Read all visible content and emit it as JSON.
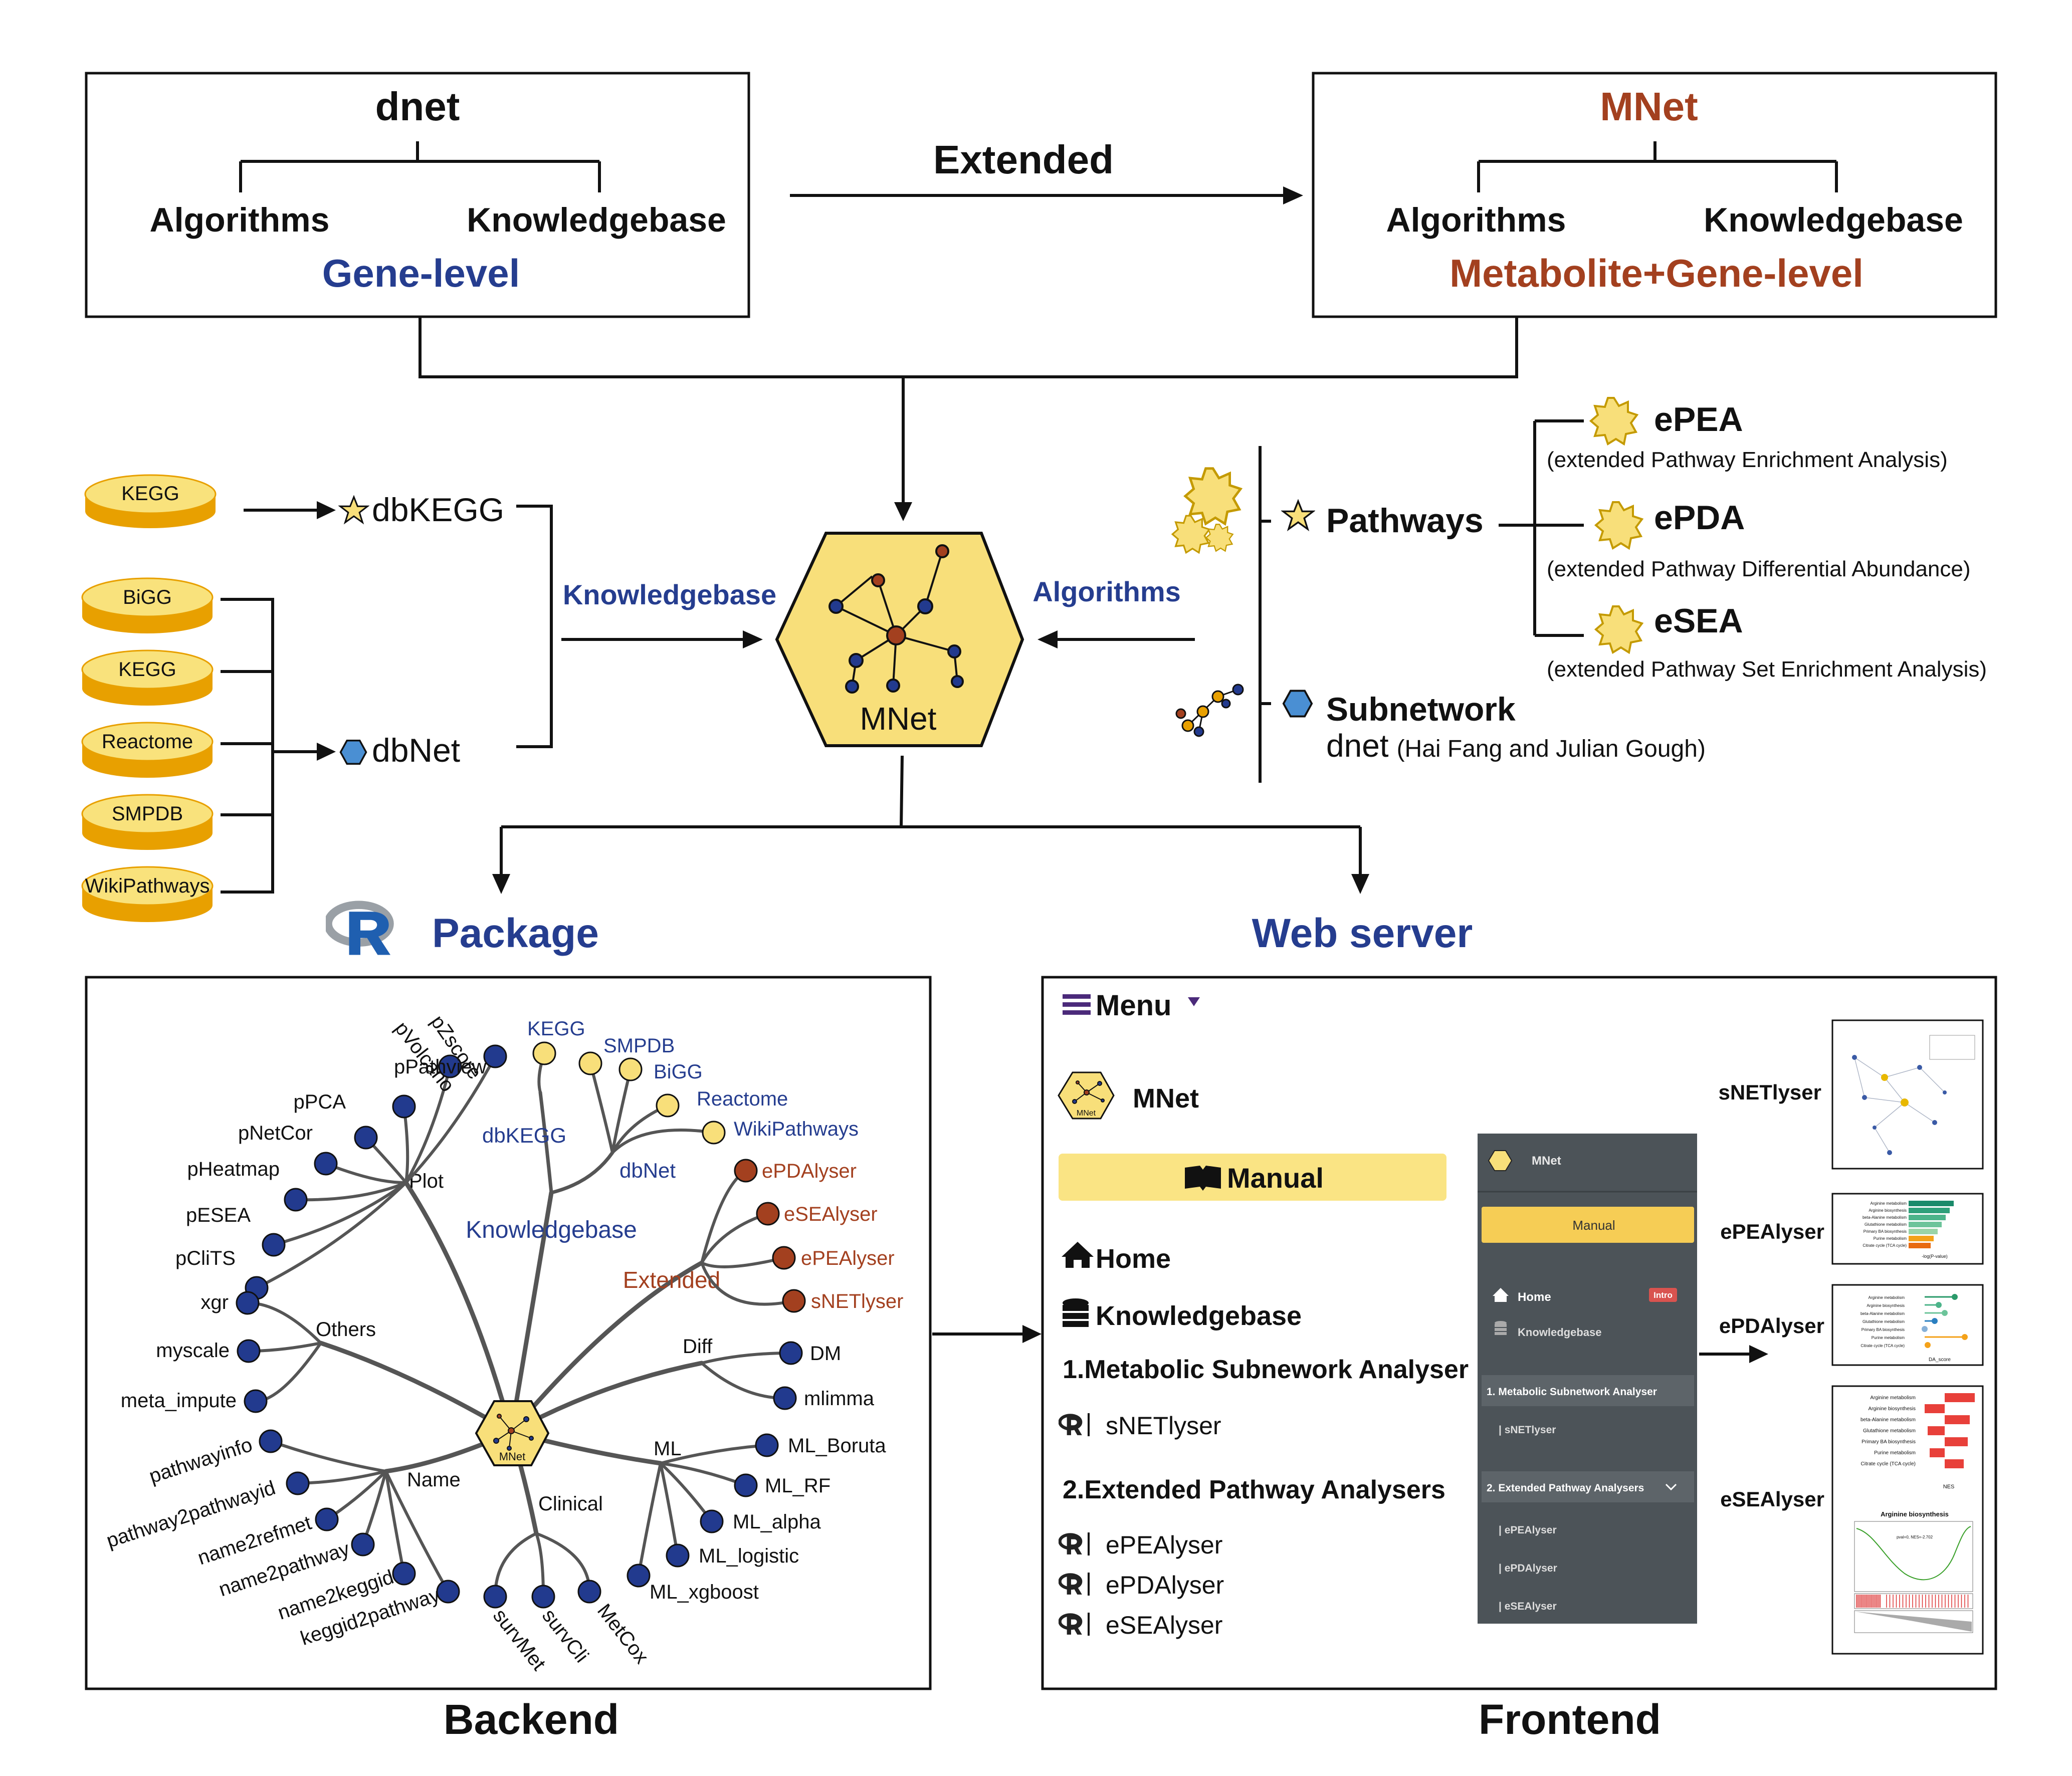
{
  "top": {
    "dnet_box": {
      "title": "dnet",
      "left": "Algorithms",
      "right": "Knowledgebase",
      "level": "Gene-level"
    },
    "mnet_box": {
      "title": "MNet",
      "left": "Algorithms",
      "right": "Knowledgebase",
      "level": "Metabolite+Gene-level"
    },
    "extended_label": "Extended"
  },
  "databases": {
    "kegg_single": "KEGG",
    "group": [
      "BiGG",
      "KEGG",
      "Reactome",
      "SMPDB",
      "WikiPathways"
    ],
    "dbkegg": "dbKEGG",
    "dbnet": "dbNet",
    "knowledgebase_label": "Knowledgebase"
  },
  "center": {
    "hex_label": "MNet",
    "algorithms_label": "Algorithms"
  },
  "algorithms": {
    "pathways_label": "Pathways",
    "subnetwork_label": "Subnetwork",
    "subnetwork_sub": "dnet",
    "subnetwork_credit": "(Hai Fang and Julian Gough)",
    "items": [
      {
        "name": "ePEA",
        "desc": "(extended  Pathway Enrichment Analysis)"
      },
      {
        "name": "ePDA",
        "desc": "(extended Pathway Differential Abundance)"
      },
      {
        "name": "eSEA",
        "desc": "(extended Pathway Set Enrichment Analysis)"
      }
    ]
  },
  "outputs": {
    "r_logo": "R",
    "package": "Package",
    "webserver": "Web server"
  },
  "backend": {
    "caption": "Backend",
    "hub_label": "MNet",
    "knowledgebase": {
      "label": "Knowledgebase",
      "dbkegg": "dbKEGG",
      "dbnet": "dbNet",
      "kegg": "KEGG",
      "dbnet_leaves": [
        "SMPDB",
        "BiGG",
        "Reactome",
        "WikiPathways"
      ]
    },
    "extended": {
      "label": "Extended",
      "leaves": [
        "ePDAlyser",
        "eSEAlyser",
        "ePEAlyser",
        "sNETlyser"
      ]
    },
    "plot": {
      "label": "Plot",
      "leaves": [
        "pZscore",
        "pVolcano",
        "pPathview",
        "pPCA",
        "pNetCor",
        "pHeatmap",
        "pESEA",
        "pCliTS"
      ]
    },
    "others": {
      "label": "Others",
      "leaves": [
        "xgr",
        "myscale",
        "meta_impute"
      ]
    },
    "diff": {
      "label": "Diff",
      "leaves": [
        "DM",
        "mlimma"
      ]
    },
    "ml": {
      "label": "ML",
      "leaves": [
        "ML_Boruta",
        "ML_RF",
        "ML_alpha",
        "ML_logistic",
        "ML_xgboost"
      ]
    },
    "name": {
      "label": "Name",
      "leaves": [
        "pathwayinfo",
        "pathway2pathwayid",
        "name2refmet",
        "name2pathway",
        "name2keggid",
        "keggid2pathway"
      ]
    },
    "clinical": {
      "label": "Clinical",
      "leaves": [
        "survMet",
        "survCli",
        "MetCox"
      ]
    }
  },
  "frontend": {
    "caption": "Frontend",
    "menu": "Menu",
    "logo_label": "MNet",
    "brand": "MNet",
    "manual": "Manual",
    "home": "Home",
    "knowledgebase": "Knowledgebase",
    "section1": "1.Metabolic Subnework Analyser",
    "section1_items": [
      "sNETlyser"
    ],
    "section2": "2.Extended Pathway Analysers",
    "section2_items": [
      "ePEAlyser",
      "ePDAlyser",
      "eSEAlyser"
    ],
    "dark_panel": {
      "brand": "MNet",
      "manual": "Manual",
      "home": "Home",
      "badge": "Intro",
      "knowledgebase": "Knowledgebase",
      "section1": "1. Metabolic Subnetwork Analyser",
      "item1": "| sNETlyser",
      "section2": "2. Extended Pathway Analysers",
      "items2": [
        "| ePEAlyser",
        "| ePDAlyser",
        "| eSEAlyser"
      ]
    },
    "result_labels": [
      "sNETlyser",
      "ePEAlyser",
      "ePDAlyser",
      "eSEAlyser"
    ],
    "thumb_texts": {
      "pea_rows": [
        "Arginine metabolism",
        "Arginine biosynthesis",
        "beta-Alanine metabolism",
        "Glutathione metabolism",
        "Primary BA biosynthesis",
        "Purine metabolism",
        "Citrate cycle (TCA cycle)"
      ],
      "pea_xlabel": "-log(P-value)",
      "pda_xlabel": "DA_score",
      "sea_xlabel": "NES",
      "gsea_title": "Arginine biosynthesis",
      "gsea_stat": "pval=0, NES=-2.702"
    }
  },
  "colors": {
    "blue": "#253d8f",
    "brown": "#a3401f",
    "gold": "#f8df7a",
    "gold_dark": "#e6a800",
    "node_blue": "#223a8e",
    "node_brown": "#a3401f",
    "panel_dark": "#4c5358",
    "manual_yellow": "#fae484"
  }
}
